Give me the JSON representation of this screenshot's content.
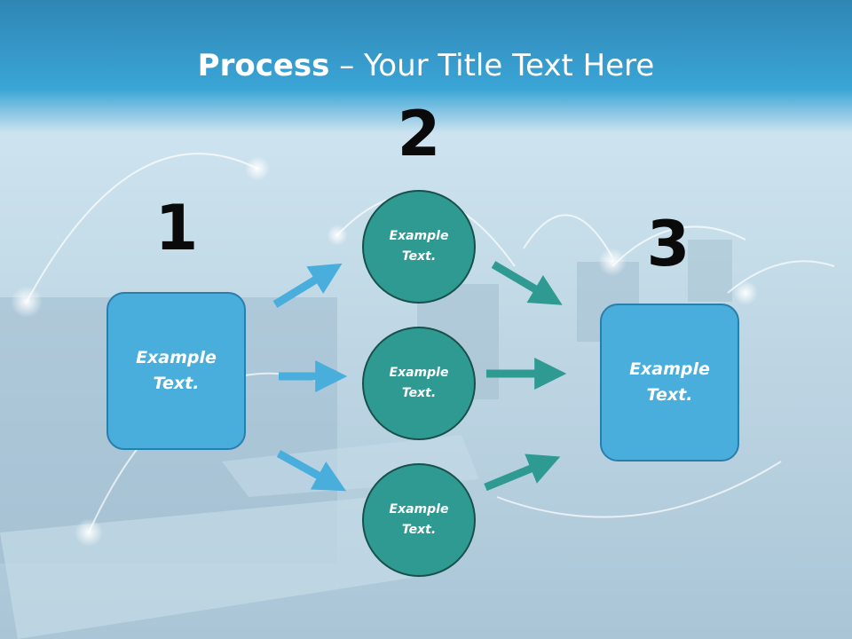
{
  "title": {
    "bold": "Process",
    "dash": " – ",
    "rest": "Your Title Text Here"
  },
  "steps": [
    {
      "number": "1",
      "label": "Example\nText."
    },
    {
      "number": "2"
    },
    {
      "number": "3",
      "label": "Example\nText."
    }
  ],
  "circles": [
    {
      "label": "Example\nText."
    },
    {
      "label": "Example\nText."
    },
    {
      "label": "Example\nText."
    }
  ],
  "colors": {
    "box_fill": "#4aaedc",
    "circle_fill": "#2f9a92",
    "arrow_blue": "#4aaedc",
    "arrow_teal": "#2f9a92"
  }
}
